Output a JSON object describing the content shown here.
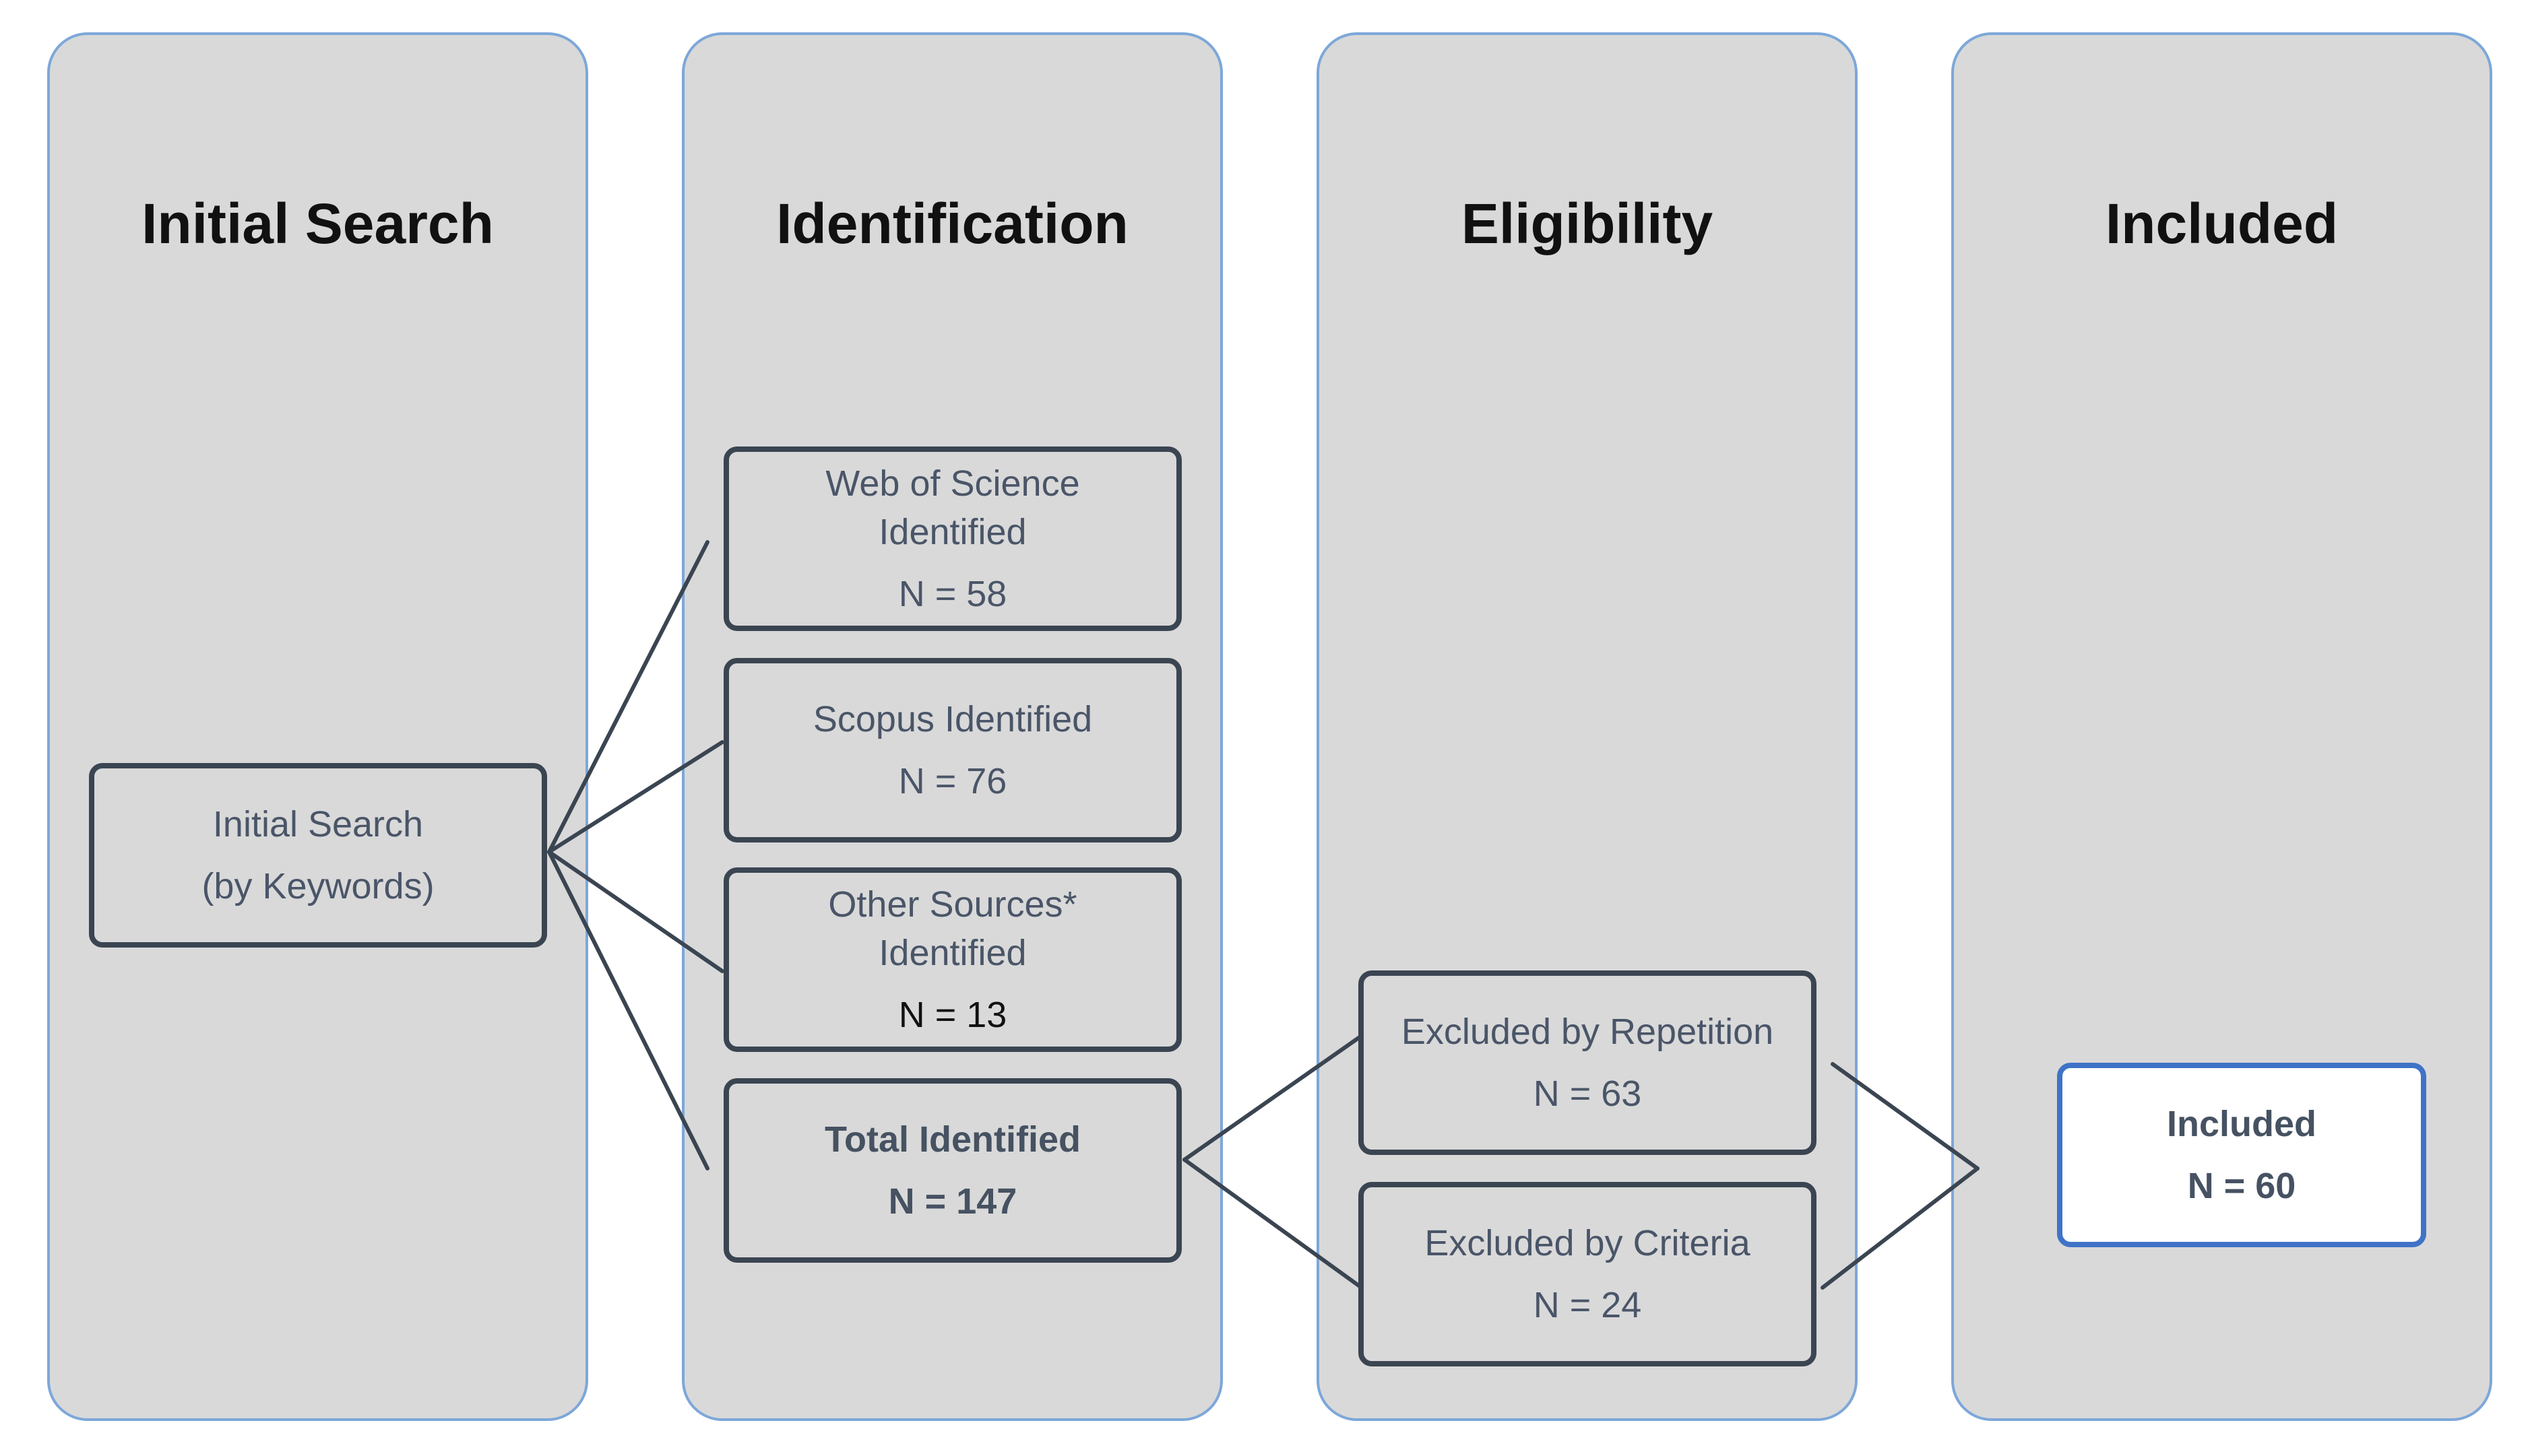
{
  "columns": [
    {
      "title": "Initial Search"
    },
    {
      "title": "Identification"
    },
    {
      "title": "Eligibility"
    },
    {
      "title": "Included"
    }
  ],
  "boxes": {
    "initial_search": {
      "line1": "Initial Search",
      "line2": "(by Keywords)"
    },
    "web_of_science": {
      "line1": "Web of Science",
      "line2": "Identified",
      "count": "N = 58"
    },
    "scopus": {
      "line1": "Scopus Identified",
      "count": "N = 76"
    },
    "other_sources": {
      "line1": "Other Sources*",
      "line2": "Identified",
      "count": "N = 13"
    },
    "total": {
      "line1": "Total Identified",
      "count": "N = 147"
    },
    "excluded_repetition": {
      "line1": "Excluded by Repetition",
      "count": "N = 63"
    },
    "excluded_criteria": {
      "line1": "Excluded by Criteria",
      "count": "N = 24"
    },
    "included": {
      "line1": "Included",
      "count": "N = 60"
    }
  },
  "colors": {
    "column_fill": "#d9d9d9",
    "column_border": "#7da7d9",
    "box_border": "#3b4552",
    "included_border": "#3f73c7",
    "connector": "#3b4552"
  }
}
